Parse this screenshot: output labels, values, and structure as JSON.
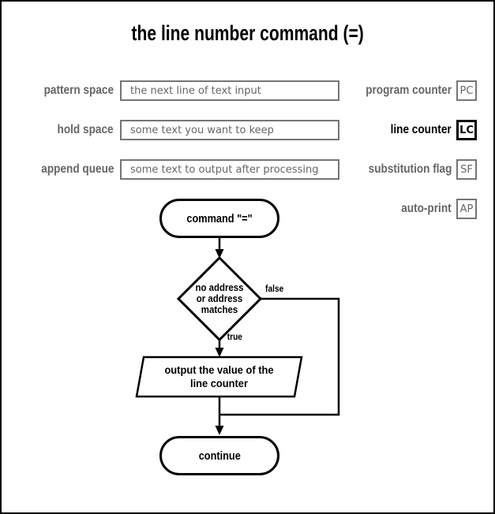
{
  "title": "the line number command (=)",
  "colors": {
    "black": "#000000",
    "gray_text": "#666666",
    "gray_border": "#757575",
    "background": "#ffffff"
  },
  "registers_left": [
    {
      "label": "pattern space",
      "value": "the next line of text input"
    },
    {
      "label": "hold space",
      "value": "some text you want to keep"
    },
    {
      "label": "append queue",
      "value": "some text to output after processing"
    }
  ],
  "registers_right": [
    {
      "label": "program counter",
      "abbr": "PC",
      "active": false
    },
    {
      "label": "line counter",
      "abbr": "LC",
      "active": true
    },
    {
      "label": "substitution flag",
      "abbr": "SF",
      "active": false
    },
    {
      "label": "auto-print",
      "abbr": "AP",
      "active": false
    }
  ],
  "flowchart": {
    "start": "command \"=\"",
    "decision_line1": "no address",
    "decision_line2": "or address",
    "decision_line3": "matches",
    "branch_false": "false",
    "branch_true": "true",
    "process_line1": "output the value of the",
    "process_line2": "line counter",
    "end": "continue"
  }
}
